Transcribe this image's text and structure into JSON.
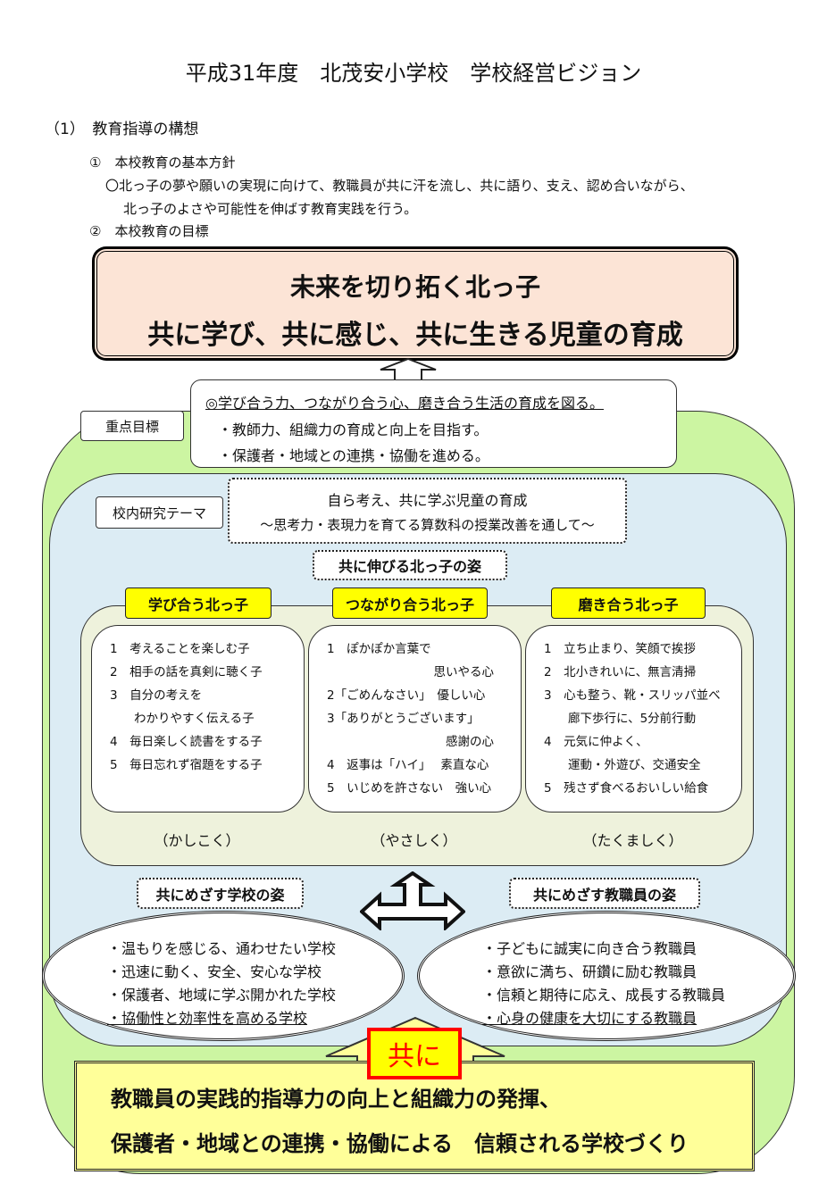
{
  "title": "平成31年度　北茂安小学校　学校経営ビジョン",
  "section1": "（1）　教育指導の構想",
  "policy_heading": "①　本校教育の基本方針",
  "policy_text1": "〇北っ子の夢や願いの実現に向けて、教職員が共に汗を流し、共に語り、支え、認め合いながら、",
  "policy_text2": "北っ子のよさや可能性を伸ばす教育実践を行う。",
  "goal_heading": "②　本校教育の目標",
  "goal_line1": "未来を切り拓く北っ子",
  "goal_line2": "共に学び、共に感じ、共に生きる児童の育成",
  "priority_label": "重点目標",
  "priority": [
    "◎学び合う力、つながり合う心、磨き合う生活の育成を図る。",
    "・教師力、組織力の育成と向上を目指す。",
    "・保護者・地域との連携・協働を進める。"
  ],
  "research_label": "校内研究テーマ",
  "research_title": "自ら考え、共に学ぶ児童の育成",
  "research_sub": "～思考力・表現力を育てる算数科の授業改善を通して～",
  "children_heading": "共に伸びる北っ子の姿",
  "columns": [
    {
      "label": "学び合う北っ子",
      "footer": "（かしこく）",
      "items": [
        "1　考えることを楽しむ子",
        "2　相手の話を真剣に聴く子",
        "3　自分の考えを",
        "　　わかりやすく伝える子",
        "4　毎日楽しく読書をする子",
        "5　毎日忘れず宿題をする子"
      ]
    },
    {
      "label": "つながり合う北っ子",
      "footer": "（やさしく）",
      "items": [
        "1　ぽかぽか言葉で",
        "思いやる心",
        "2「ごめんなさい」　優しい心",
        "3「ありがとうございます」",
        "感謝の心",
        "4　返事は「ハイ」　 素直な心",
        "5　いじめを許さない　強い心"
      ]
    },
    {
      "label": "磨き合う北っ子",
      "footer": "（たくましく）",
      "items": [
        "1　立ち止まり、笑顔で挨拶",
        "2　北小きれいに、無言清掃",
        "3　心も整う、靴・スリッパ並べ",
        "　　廊下歩行に、5分前行動",
        "4　元気に仲よく、",
        "　　運動・外遊び、交通安全",
        "5　残さず食べるおいしい給食"
      ]
    }
  ],
  "school_heading": "共にめざす学校の姿",
  "school_items": [
    "・温もりを感じる、通わせたい学校",
    "・迅速に動く、安全、安心な学校",
    "・保護者、地域に学ぶ開かれた学校",
    "・協働性と効率性を高める学校"
  ],
  "staff_heading": "共にめざす教職員の姿",
  "staff_items": [
    "・子どもに誠実に向き合う教職員",
    "・意欲に満ち、研鑽に励む教職員",
    "・信頼と期待に応え、成長する教職員",
    "・心身の健康を大切にする教職員"
  ],
  "together": "共に",
  "bottom_line1": "教職員の実践的指導力の向上と組織力の発揮、",
  "bottom_line2": "保護者・地域との連携・協働による　信頼される学校づくり"
}
